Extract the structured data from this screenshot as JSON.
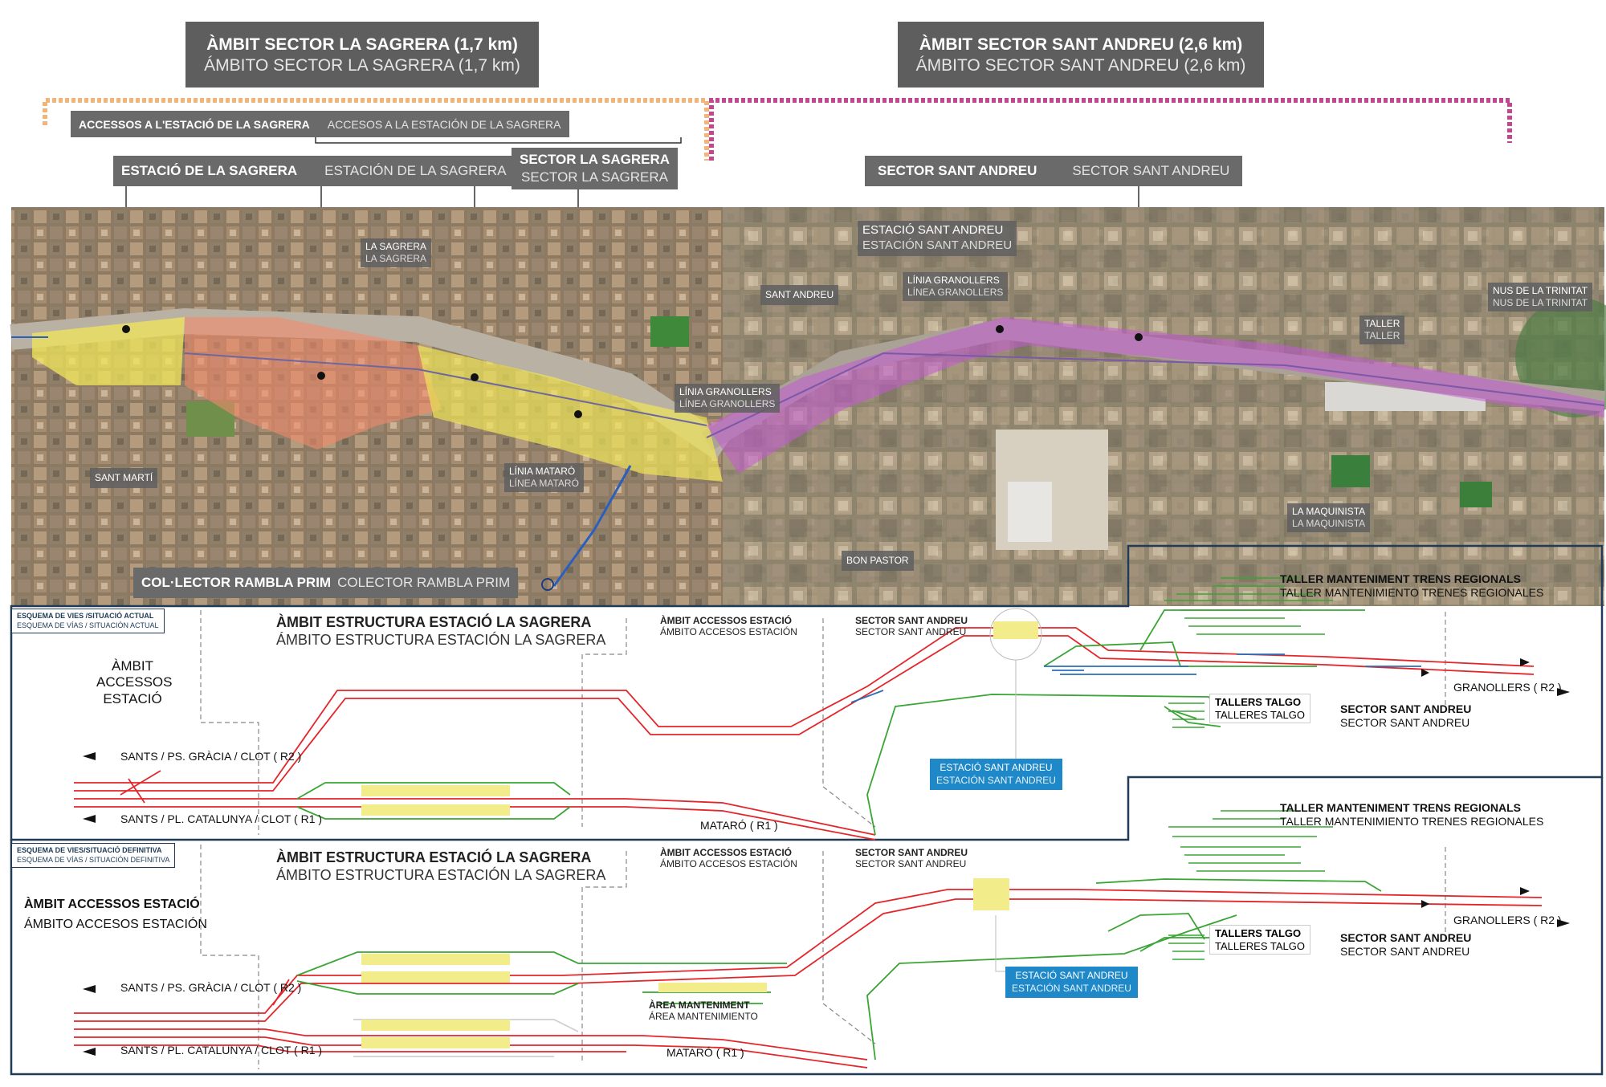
{
  "header": {
    "sagrera": {
      "ca": "ÀMBIT SECTOR LA SAGRERA (1,7 km)",
      "es": "ÁMBITO SECTOR LA SAGRERA  (1,7 km)"
    },
    "sant_andreu": {
      "ca": "ÀMBIT SECTOR SANT ANDREU (2,6 km)",
      "es": "ÁMBITO SECTOR SANT ANDREU  (2,6 km)"
    }
  },
  "colors": {
    "sagrera_bracket": "#f3b47a",
    "sant_andreu_bracket": "#c2478f",
    "frame": "#1f3b57",
    "track_red": "#e3262b",
    "track_green": "#3aa535",
    "track_blue": "#2b6fb6",
    "platform_yellow": "#f2ec8a"
  },
  "tags": {
    "accessos": {
      "ca": "ACCESSOS A L'ESTACIÓ DE LA SAGRERA",
      "es": "ACCESOS A LA ESTACIÓN DE LA SAGRERA"
    },
    "estacio": {
      "ca": "ESTACIÓ DE LA SAGRERA",
      "es": "ESTACIÓN DE LA SAGRERA"
    },
    "sector_sagrera": {
      "ca": "SECTOR LA  SAGRERA",
      "es": "SECTOR LA SAGRERA"
    },
    "sector_sant_andreu": {
      "ca": "SECTOR SANT ANDREU",
      "es": "SECTOR SANT ANDREU"
    }
  },
  "map_labels": {
    "la_sagrera": {
      "ca": "LA SAGRERA",
      "es": "LA SAGRERA"
    },
    "estacio_sant_andreu": {
      "ca": "ESTACIÓ SANT ANDREU",
      "es": "ESTACIÓN SANT ANDREU"
    },
    "linia_granollers_top": {
      "ca": "LÍNIA GRANOLLERS",
      "es": "LÍNEA GRANOLLERS"
    },
    "sant_andreu": "SANT ANDREU",
    "linia_granollers_mid": {
      "ca": "LÍNIA GRANOLLERS",
      "es": "LÍNEA GRANOLLERS"
    },
    "sant_marti": "SANT MARTÍ",
    "linia_mataro": {
      "ca": "LÍNIA MATARÓ",
      "es": "LÍNEA MATARÓ"
    },
    "bon_pastor": "BON PASTOR",
    "taller": {
      "ca": "TALLER",
      "es": "TALLER"
    },
    "nus_trinitat": {
      "ca": "NUS DE LA TRINITAT",
      "es": "NUS DE LA TRINITAT"
    },
    "la_maquinista": {
      "ca": "LA MAQUINISTA",
      "es": "LA MAQUINISTA"
    },
    "collector": {
      "ca": "COL·LECTOR RAMBLA PRIM",
      "es": "COLECTOR RAMBLA PRIM"
    }
  },
  "scheme_actual": {
    "box": {
      "ca": "ESQUEMA DE VIES /SITUACIÓ ACTUAL",
      "es": "ESQUEMA DE VÍAS / SITUACIÓN ACTUAL"
    },
    "ambit_estructura": {
      "ca": "ÀMBIT ESTRUCTURA ESTACIÓ LA SAGRERA",
      "es": "ÁMBITO ESTRUCTURA ESTACIÓN LA SAGRERA"
    },
    "ambit_accessos_left": "ÀMBIT ACCESSOS ESTACIÓ",
    "ambit_accessos": {
      "ca": "ÀMBIT ACCESSOS ESTACIÓ",
      "es": "ÁMBITO ACCESOS ESTACIÓN"
    },
    "sector_sant_andreu_small": {
      "ca": "SECTOR SANT ANDREU",
      "es": "SECTOR SANT ANDREU"
    },
    "taller_regionals": {
      "ca": "TALLER MANTENIMENT TRENS REGIONALS",
      "es": "TALLER MANTENIMIENTO TRENES REGIONALES"
    },
    "tallers_talgo": {
      "ca": "TALLERS TALGO",
      "es": "TALLERES TALGO"
    },
    "sector_sant_andreu": {
      "ca": "SECTOR SANT ANDREU",
      "es": "SECTOR SANT ANDREU"
    },
    "granollers": "GRANOLLERS  ( R2 )",
    "sants_gracia": {
      "l1": "SANTS / PS. GRÀCIA",
      "l2": "/ CLOT ( R2 )"
    },
    "sants_catalunya": {
      "l1": "SANTS / PL. CATALUNYA",
      "l2": "/ CLOT ( R1 )"
    },
    "mataro": "MATARÓ ( R1 )",
    "estacio_sant_andreu": {
      "ca": "ESTACIÓ SANT ANDREU",
      "es": "ESTACIÓN SANT ANDREU"
    }
  },
  "scheme_def": {
    "box": {
      "ca": "ESQUEMA DE VIES/SITUACIÓ DEFINITIVA",
      "es": "ESQUEMA DE VÍAS / SITUACIÓN DEFINITIVA"
    },
    "ambit_estructura": {
      "ca": "ÀMBIT ESTRUCTURA ESTACIÓ LA SAGRERA",
      "es": "ÁMBITO ESTRUCTURA ESTACIÓN LA SAGRERA"
    },
    "ambit_accessos_left": {
      "ca": "ÀMBIT ACCESSOS ESTACIÓ",
      "es": "ÁMBITO ACCESOS ESTACIÓN"
    },
    "ambit_accessos": {
      "ca": "ÀMBIT ACCESSOS ESTACIÓ",
      "es": "ÁMBITO ACCESOS ESTACIÓN"
    },
    "sector_sant_andreu_small": {
      "ca": "SECTOR SANT ANDREU",
      "es": "SECTOR SANT ANDREU"
    },
    "taller_regionals": {
      "ca": "TALLER MANTENIMENT TRENS REGIONALS",
      "es": "TALLER MANTENIMIENTO TRENES REGIONALES"
    },
    "tallers_talgo": {
      "ca": "TALLERS TALGO",
      "es": "TALLERES TALGO"
    },
    "sector_sant_andreu": {
      "ca": "SECTOR SANT ANDREU",
      "es": "SECTOR SANT ANDREU"
    },
    "granollers": "GRANOLLERS  ( R2 )",
    "sants_gracia": {
      "l1": "SANTS / PS. GRÀCIA",
      "l2": "/ CLOT ( R2 )"
    },
    "sants_catalunya": {
      "l1": "SANTS / PL. CATALUNYA",
      "l2": "/ CLOT ( R1 )"
    },
    "mataro": "MATARÓ ( R1 )",
    "area_manteniment": {
      "ca": "ÀREA MANTENIMENT",
      "es": "ÁREA MANTENIMIENTO"
    },
    "estacio_sant_andreu": {
      "ca": "ESTACIÓ SANT ANDREU",
      "es": "ESTACIÓN SANT ANDREU"
    }
  }
}
